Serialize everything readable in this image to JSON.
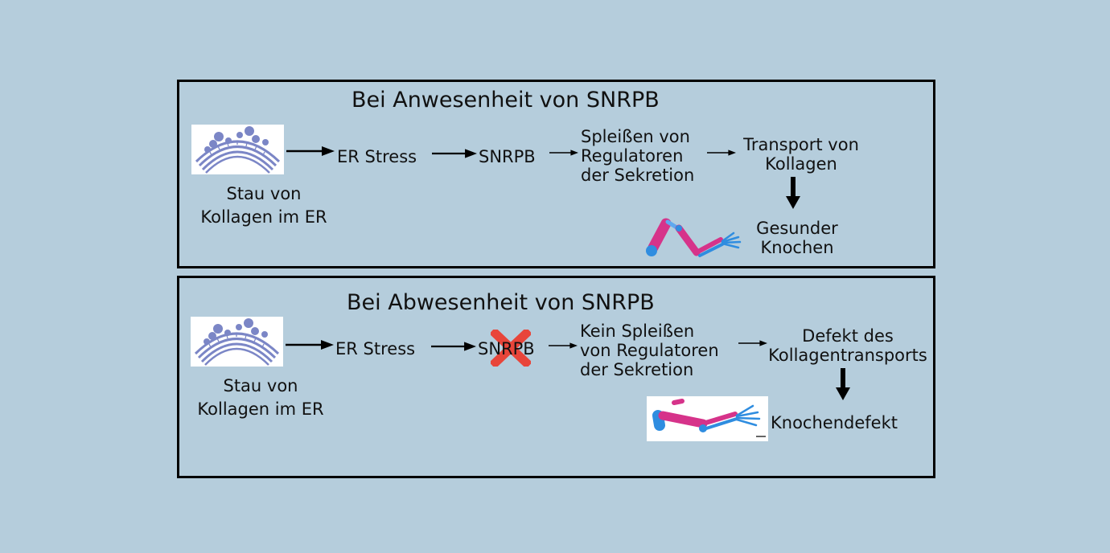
{
  "colors": {
    "background": "#b5cddc",
    "frame": "#000000",
    "er_membrane": "#7b86c6",
    "bone_magenta": "#d6338a",
    "bone_blue": "#2f8de0",
    "cross_red": "#e8453a"
  },
  "present": {
    "title": "Bei Anwesenheit von SNRPB",
    "congestion": [
      "Stau von",
      "Kollagen im ER"
    ],
    "er_stress": "ER Stress",
    "snrpb": "SNRPB",
    "splicing": [
      "Spleißen von",
      "Regulatoren",
      "der Sekretion"
    ],
    "transport": [
      "Transport von",
      "Kollagen"
    ],
    "outcome": [
      "Gesunder",
      "Knochen"
    ]
  },
  "absent": {
    "title": "Bei Abwesenheit von SNRPB",
    "congestion": [
      "Stau von",
      "Kollagen im ER"
    ],
    "er_stress": "ER Stress",
    "snrpb": "SNRPB",
    "splicing": [
      "Kein Spleißen",
      "von Regulatoren",
      "der Sekretion"
    ],
    "transport": [
      "Defekt des",
      "Kollagentransports"
    ],
    "outcome": "Knochendefekt"
  },
  "icons": {
    "er": "endoplasmic-reticulum-icon",
    "healthy_bone": "healthy-limb-skeleton-icon",
    "defect_bone": "defective-limb-skeleton-icon",
    "cross": "red-cross-icon",
    "arrow": "arrow-right-icon",
    "arrow_down": "arrow-down-icon"
  }
}
